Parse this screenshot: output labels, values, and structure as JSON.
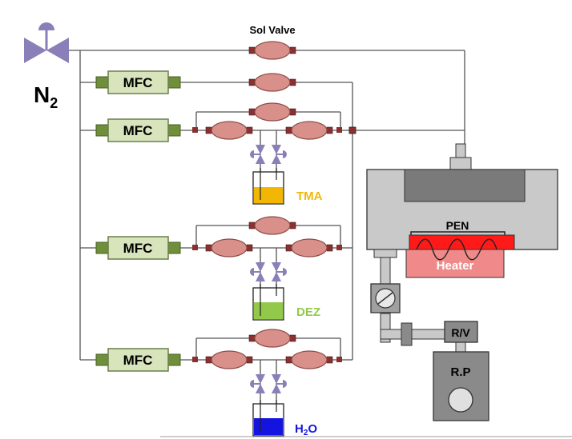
{
  "labels": {
    "sol_valve": "Sol Valve",
    "n2_main": "N",
    "n2_sub": "2",
    "mfc": "MFC",
    "tma": "TMA",
    "dez": "DEZ",
    "h2o_main": "H",
    "h2o_sub": "2",
    "h2o_end": "O",
    "pen": "PEN",
    "heater": "Heater",
    "rv": "R/V",
    "rp": "R.P"
  },
  "colors": {
    "line": "#555555",
    "valve_fill": "#d9908a",
    "valve_stroke": "#8a4c48",
    "valve_port": "#8a3030",
    "mfc_body": "#d7e4bc",
    "mfc_border": "#6a7f4a",
    "mfc_flange": "#6f8f3a",
    "three_way": "#8a7fb8",
    "tma": "#f2b705",
    "dez": "#92c94a",
    "h2o": "#1414e0",
    "chamber": "#c9c9c9",
    "chamber_inner": "#7a7a7a",
    "heater": "#f08a8a",
    "heater_top": "#ff1a1a",
    "pump": "#8a8a8a"
  },
  "icons": [
    "three-way-valve-icon",
    "solenoid-valve-icon",
    "mass-flow-controller-icon",
    "gauge-icon"
  ]
}
